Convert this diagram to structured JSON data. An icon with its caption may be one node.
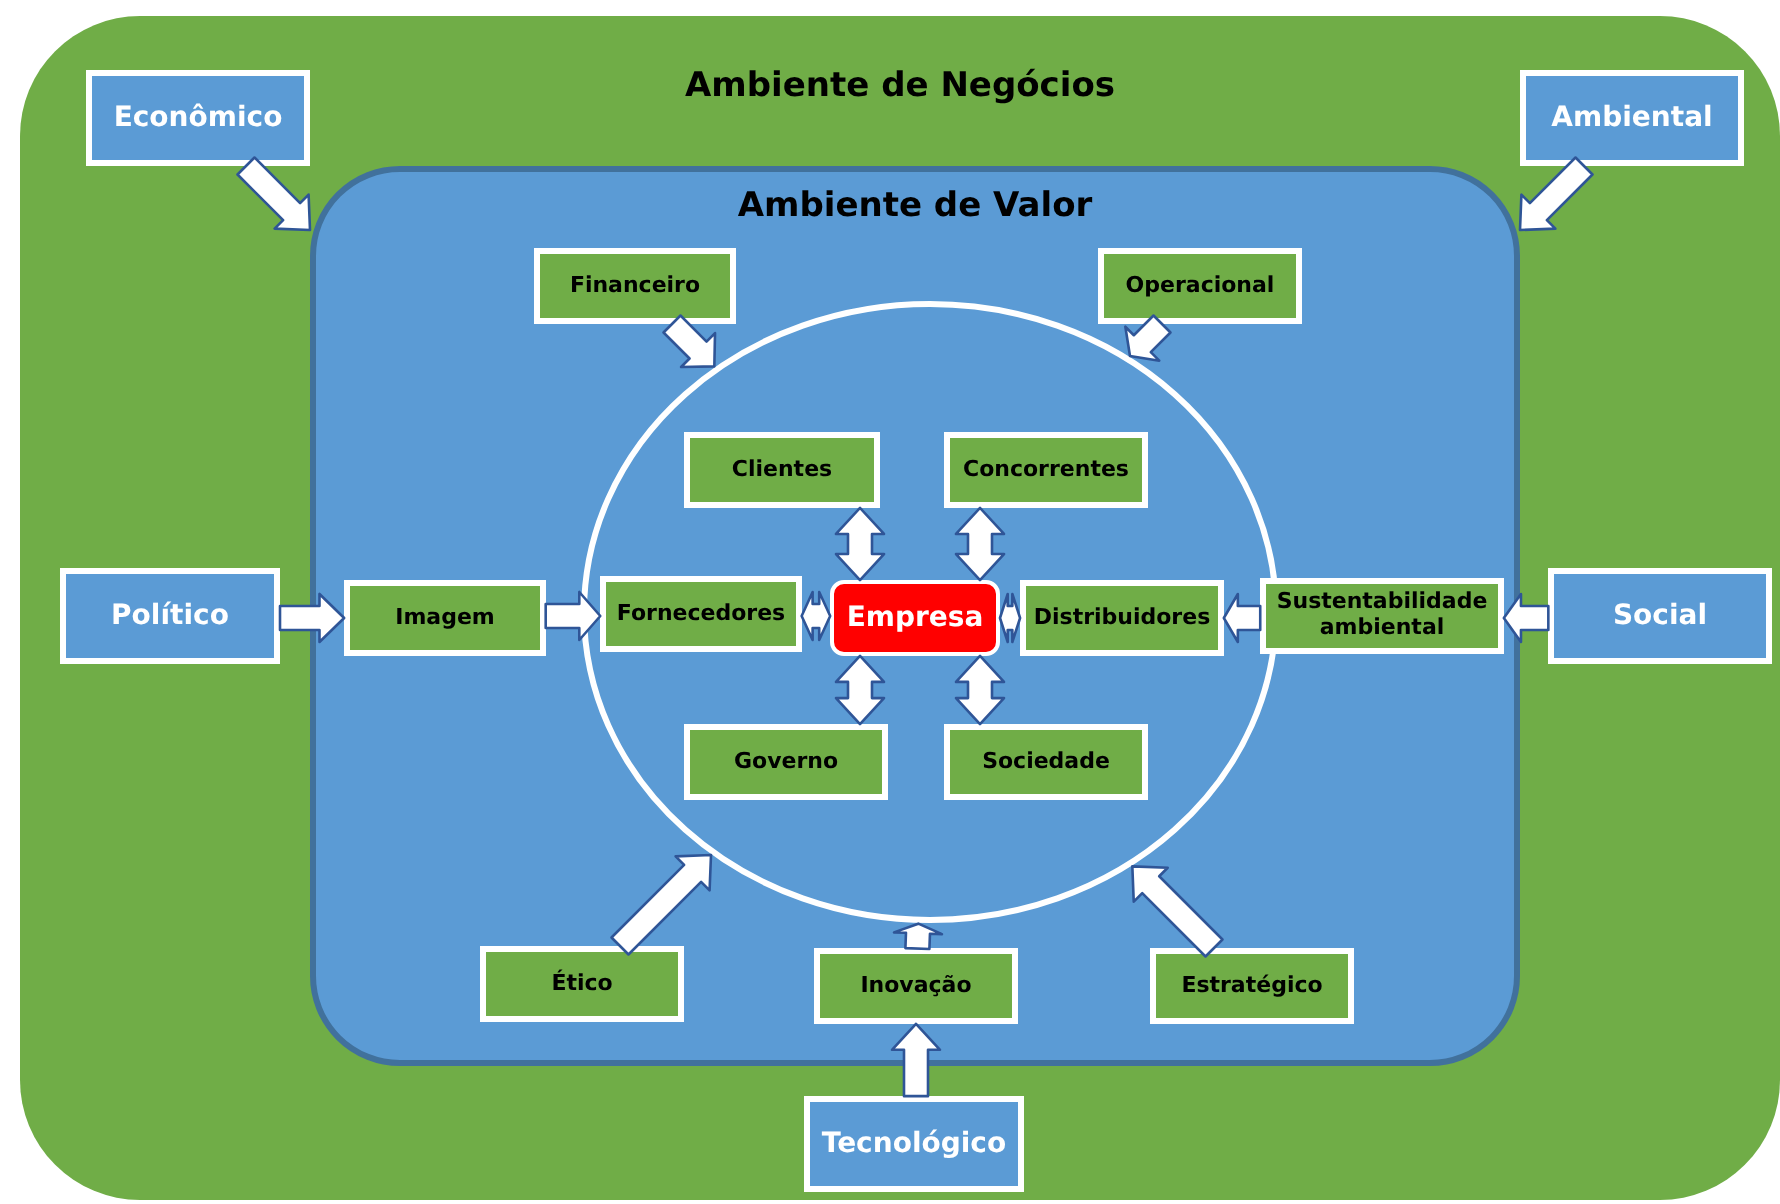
{
  "diagram": {
    "nodes": [
      {
        "text": [
          "Ambiente de Negócios"
        ]
      },
      {
        "text": [
          "Ambiente de Valor"
        ],
        "in": 0
      },
      {
        "text": [],
        "shape": "circle",
        "in": 1
      },
      {
        "text": [
          "Econômico"
        ],
        "in": 0
      },
      {
        "text": [
          "Ambiental"
        ],
        "in": 0
      },
      {
        "text": [
          "Financeiro"
        ],
        "in": 1
      },
      {
        "text": [
          "Operacional"
        ],
        "in": 1
      },
      {
        "text": [
          "Clientes"
        ],
        "in": 2
      },
      {
        "text": [
          "Concorrentes"
        ],
        "in": 2
      },
      {
        "text": [
          "Político"
        ],
        "in": 0
      },
      {
        "text": [
          "Imagem"
        ],
        "in": 1
      },
      {
        "text": [
          "Fornecedores"
        ],
        "in": 2
      },
      {
        "text": [
          "Empresa"
        ],
        "in": 2
      },
      {
        "text": [
          "Distribuidores"
        ],
        "in": 2
      },
      {
        "text": [
          "Sustentabilidade ambiental"
        ],
        "in": 1
      },
      {
        "text": [
          "Social"
        ],
        "in": 0
      },
      {
        "text": [
          "Governo"
        ],
        "in": 2
      },
      {
        "text": [
          "Sociedade"
        ],
        "in": 2
      },
      {
        "text": [
          "Ético"
        ],
        "in": 1
      },
      {
        "text": [
          "Inovação"
        ],
        "in": 1
      },
      {
        "text": [
          "Estratégico"
        ],
        "in": 1
      },
      {
        "text": [
          "Tecnológico"
        ],
        "in": 0
      }
    ],
    "edges": [
      {
        "from": 3,
        "to": 1,
        "arrow": "to"
      },
      {
        "from": 4,
        "to": 1,
        "arrow": "to"
      },
      {
        "from": 5,
        "to": 2,
        "arrow": "to"
      },
      {
        "from": 6,
        "to": 2,
        "arrow": "to"
      },
      {
        "from": 9,
        "to": 10,
        "arrow": "to"
      },
      {
        "from": 10,
        "to": 11,
        "arrow": "to"
      },
      {
        "from": 15,
        "to": 14,
        "arrow": "to"
      },
      {
        "from": 14,
        "to": 13,
        "arrow": "to"
      },
      {
        "from": 7,
        "to": 12,
        "arrow": "both"
      },
      {
        "from": 8,
        "to": 12,
        "arrow": "both"
      },
      {
        "from": 11,
        "to": 12,
        "arrow": "both"
      },
      {
        "from": 12,
        "to": 13,
        "arrow": "both"
      },
      {
        "from": 16,
        "to": 12,
        "arrow": "both"
      },
      {
        "from": 17,
        "to": 12,
        "arrow": "both"
      },
      {
        "from": 18,
        "to": 2,
        "arrow": "to"
      },
      {
        "from": 19,
        "to": 2,
        "arrow": "to"
      },
      {
        "from": 20,
        "to": 2,
        "arrow": "to"
      },
      {
        "from": 21,
        "to": 19,
        "arrow": "to"
      }
    ]
  }
}
